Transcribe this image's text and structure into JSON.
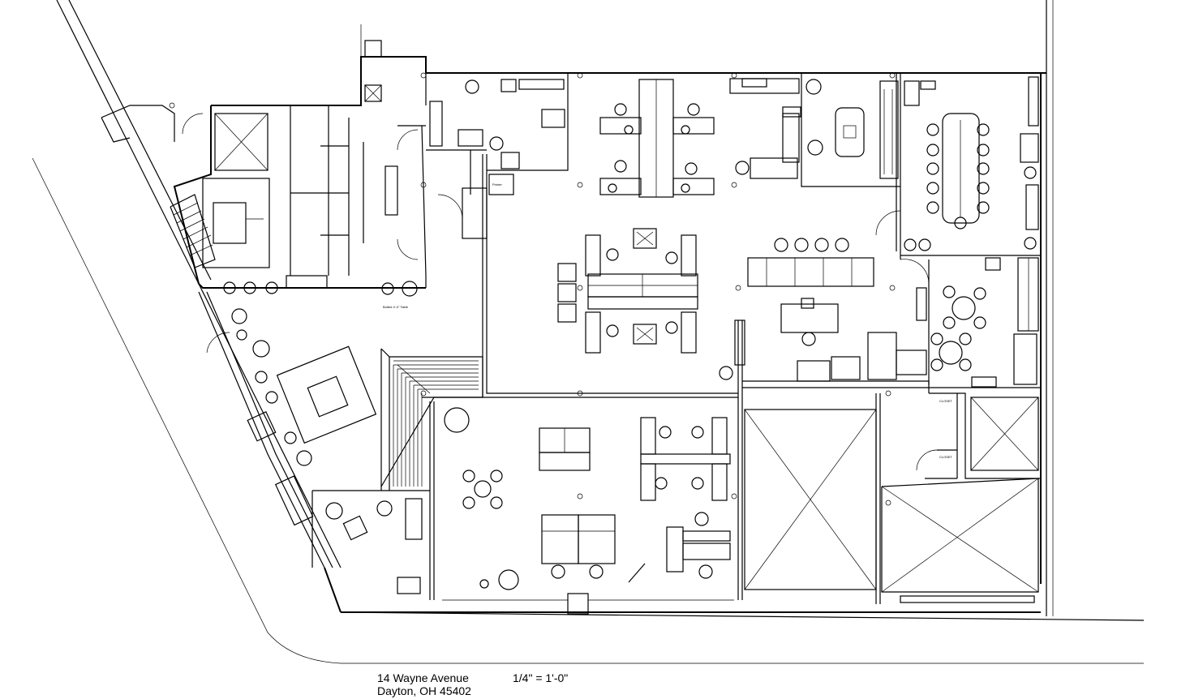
{
  "title_block": {
    "address_line1": "14 Wayne Avenue",
    "address_line2": "Dayton, OH 45402",
    "scale": "1/4\" = 1'-0\""
  },
  "room_labels": {
    "printer": "Printer",
    "table_note": "Bolted 4'-0\" Table",
    "closet_1": "CLOSET",
    "closet_2": "CLOSET"
  }
}
